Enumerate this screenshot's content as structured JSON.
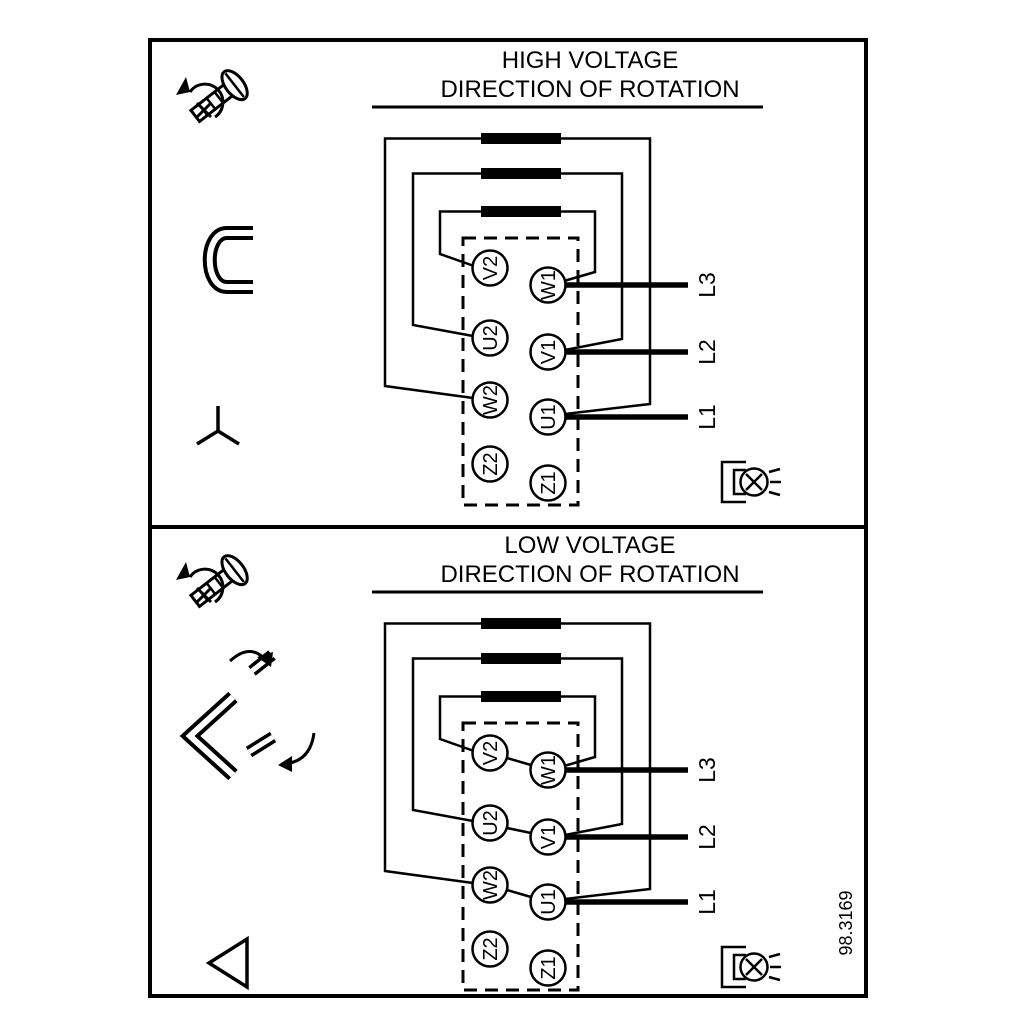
{
  "figure_number": "98.3169",
  "panels": [
    {
      "title_line1": "HIGH VOLTAGE",
      "title_line2": "DIRECTION OF ROTATION",
      "connection_type": "star",
      "terminals": {
        "left_column": [
          "V2",
          "U2",
          "W2",
          "Z2"
        ],
        "right_column": [
          "W1",
          "V1",
          "U1",
          "Z1"
        ]
      },
      "supply_lines": [
        "L3",
        "L2",
        "L1"
      ]
    },
    {
      "title_line1": "LOW VOLTAGE",
      "title_line2": "DIRECTION OF ROTATION",
      "connection_type": "delta",
      "terminals": {
        "left_column": [
          "V2",
          "U2",
          "W2",
          "Z2"
        ],
        "right_column": [
          "W1",
          "V1",
          "U1",
          "Z1"
        ]
      },
      "supply_lines": [
        "L3",
        "L2",
        "L1"
      ]
    }
  ],
  "icons": {
    "top_left": "screw-loosen-icon",
    "high_voltage_markers": [
      "jumper-link-icon",
      "star-connection-symbol"
    ],
    "low_voltage_markers": [
      "delta-links-icon",
      "delta-connection-symbol"
    ],
    "bottom_right": "ground-terminal-icon"
  },
  "colors": {
    "ink": "#000000",
    "background": "#ffffff"
  }
}
